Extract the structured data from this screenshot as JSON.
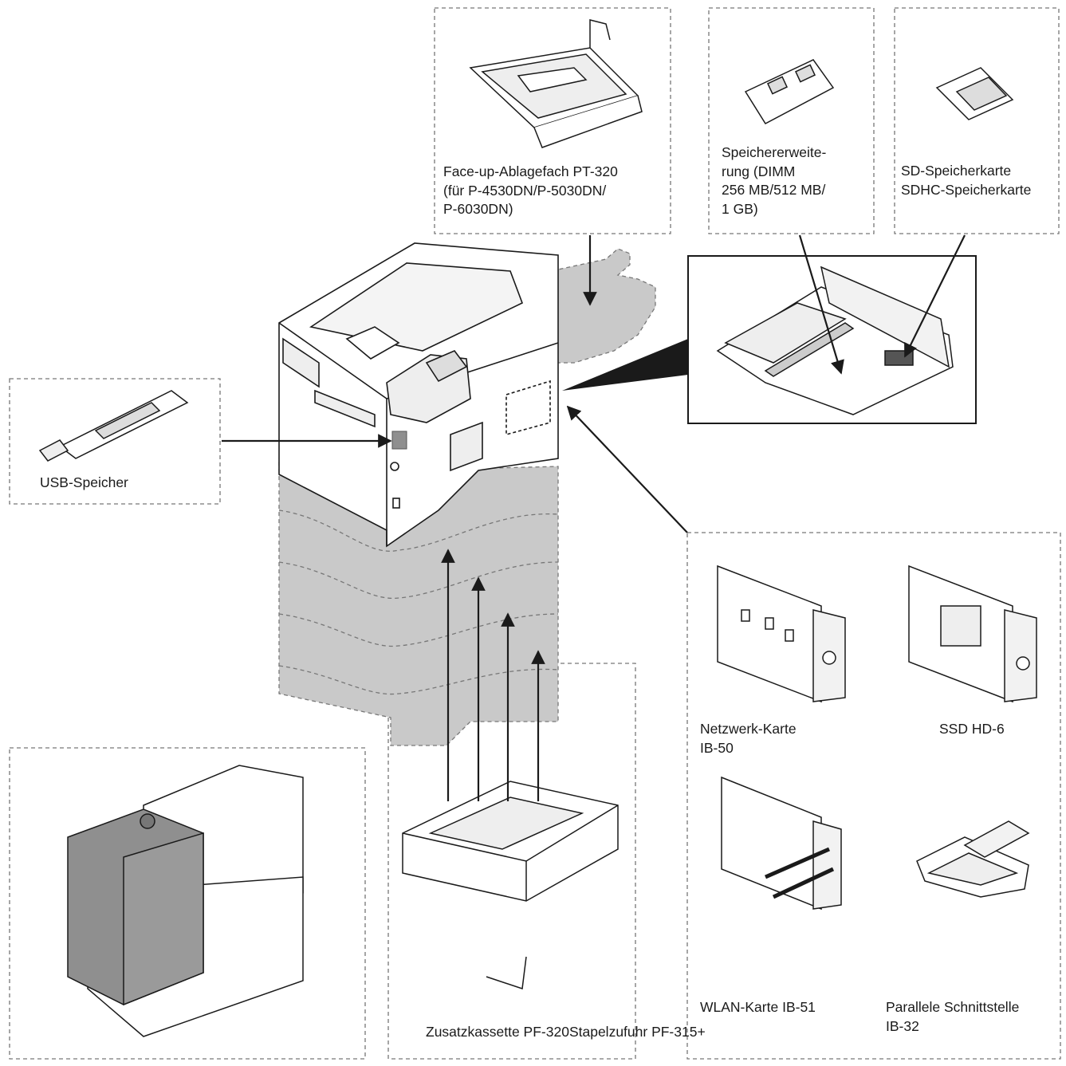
{
  "options": {
    "face_up_tray": {
      "lines": [
        "Face-up-Ablagefach PT-320",
        "(für P-4530DN/P-5030DN/",
        "P-6030DN)"
      ]
    },
    "memory_expansion": {
      "lines": [
        "Speichererweite-",
        "rung (DIMM",
        "256 MB/512 MB/",
        "1 GB)"
      ]
    },
    "sd_card": {
      "lines": [
        "SD-Speicherkarte",
        "SDHC-Speicherkarte"
      ]
    },
    "usb_memory": {
      "label": "USB-Speicher"
    },
    "network_card": {
      "lines": [
        "Netzwerk-Karte",
        "IB-50"
      ]
    },
    "ssd": {
      "label": "SSD HD-6"
    },
    "wlan_card": {
      "label": "WLAN-Karte IB-51"
    },
    "parallel_interface": {
      "lines": [
        "Parallele Schnittstelle",
        "IB-32"
      ]
    },
    "paper_feeder": {
      "label": "Zusatzkassette PF-320"
    },
    "bulk_feeder": {
      "label": "Stapelzufuhr PF-315+"
    }
  },
  "colors": {
    "line": "#1a1a1a",
    "shade": "#c9c9c9",
    "dark_shade": "#8f8f8f",
    "dash": "#777777"
  }
}
